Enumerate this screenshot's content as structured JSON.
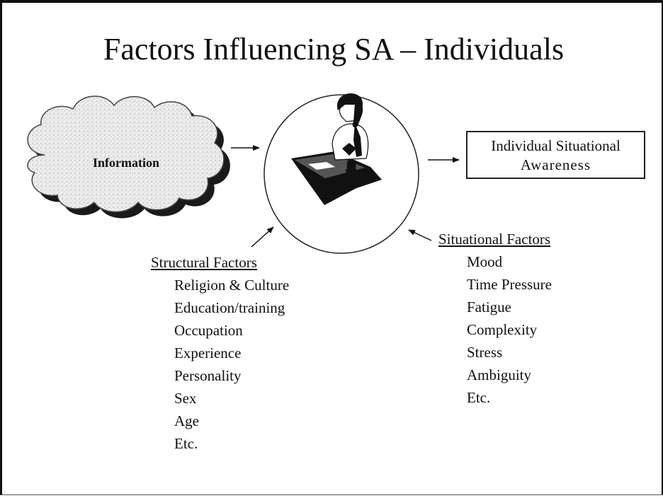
{
  "slide": {
    "title": "Factors Influencing SA – Individuals",
    "input_label": "Information",
    "output": {
      "line1": "Individual Situational",
      "line2": "Awareness"
    },
    "structural_factors": {
      "heading": "Structural Factors",
      "items": [
        "Religion & Culture",
        "Education/training",
        "Occupation",
        "Experience",
        "Personality",
        "Sex",
        "Age",
        "Etc."
      ]
    },
    "situational_factors": {
      "heading": "Situational Factors",
      "items": [
        "Mood",
        "Time Pressure",
        "Fatigue",
        "Complexity",
        "Stress",
        "Ambiguity",
        "Etc."
      ]
    },
    "icons": {
      "cloud": "information-cloud-icon",
      "person": "person-at-desk-on-phone-icon"
    }
  }
}
